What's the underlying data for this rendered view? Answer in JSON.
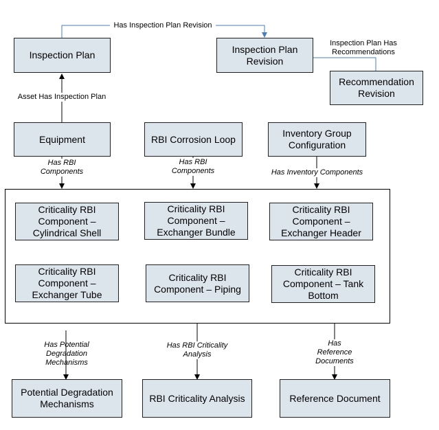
{
  "boxes": {
    "inspection_plan": "Inspection Plan",
    "inspection_plan_revision": "Inspection Plan Revision",
    "recommendation_revision": "Recommendation Revision",
    "equipment": "Equipment",
    "rbi_corrosion_loop": "RBI Corrosion Loop",
    "inventory_group_configuration": "Inventory Group Configuration",
    "comp_cylindrical_shell": "Criticality RBI Component – Cylindrical Shell",
    "comp_exchanger_bundle": "Criticality RBI Component – Exchanger Bundle",
    "comp_exchanger_header": "Criticality RBI Component – Exchanger Header",
    "comp_exchanger_tube": "Criticality RBI Component – Exchanger Tube",
    "comp_piping": "Criticality RBI Component – Piping",
    "comp_tank_bottom": "Criticality RBI Component – Tank Bottom",
    "potential_degradation_mechanisms": "Potential Degradation Mechanisms",
    "rbi_criticality_analysis": "RBI Criticality Analysis",
    "reference_document": "Reference Document"
  },
  "labels": {
    "has_inspection_plan_revision": "Has Inspection Plan Revision",
    "inspection_plan_has_recommendations": "Inspection Plan Has Recommendations",
    "asset_has_inspection_plan": "Asset Has Inspection Plan",
    "has_rbi_components_1": "Has RBI Components",
    "has_rbi_components_2": "Has RBI Components",
    "has_inventory_components": "Has Inventory Components",
    "has_potential_degradation_mechanisms": "Has Potential Degradation Mechanisms",
    "has_rbi_criticality_analysis": "Has RBI Criticality Analysis",
    "has_reference_documents": "Has Reference Documents"
  },
  "colors": {
    "box_fill": "#dde5ec",
    "highlight_connector": "#4a7ebb",
    "connector": "#000000"
  }
}
